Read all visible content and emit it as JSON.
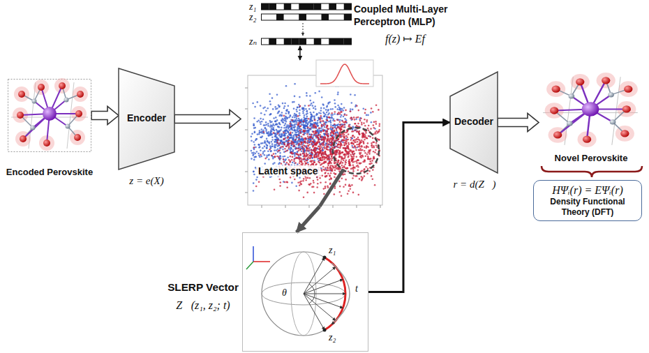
{
  "diagram": {
    "nodes": [
      {
        "text": [
          "Encoded Perovskite"
        ]
      },
      {
        "text": [
          "Encoder",
          "z = e(X)"
        ]
      },
      {
        "text": [
          "Latent space"
        ]
      },
      {
        "text": [
          "Coupled Multi-Layer Perceptron (MLP)",
          "f(z) ↦ Ef"
        ]
      },
      {
        "text": [
          "SLERP Vector",
          "Z⃗(z₁, z₂; t)"
        ]
      },
      {
        "text": [
          "Decoder",
          "r = d(Z⃗)"
        ]
      },
      {
        "text": [
          "Novel Perovskite"
        ]
      },
      {
        "text": [
          "HΨᵢ(r) = EΨᵢ(r)",
          "Density Functional Theory (DFT)"
        ]
      }
    ],
    "edges": [
      {
        "from": 0,
        "to": 1,
        "arrow": "to"
      },
      {
        "from": 1,
        "to": 2,
        "arrow": "to"
      },
      {
        "from": 3,
        "to": 2,
        "arrow": "both"
      },
      {
        "from": 2,
        "to": 4,
        "arrow": "to"
      },
      {
        "from": 4,
        "to": 5,
        "arrow": "to"
      },
      {
        "from": 5,
        "to": 6,
        "arrow": "to"
      }
    ],
    "labels": [
      "z₁",
      "z₂",
      "zₙ",
      "z₁",
      "z₂",
      "θ",
      "t"
    ]
  }
}
